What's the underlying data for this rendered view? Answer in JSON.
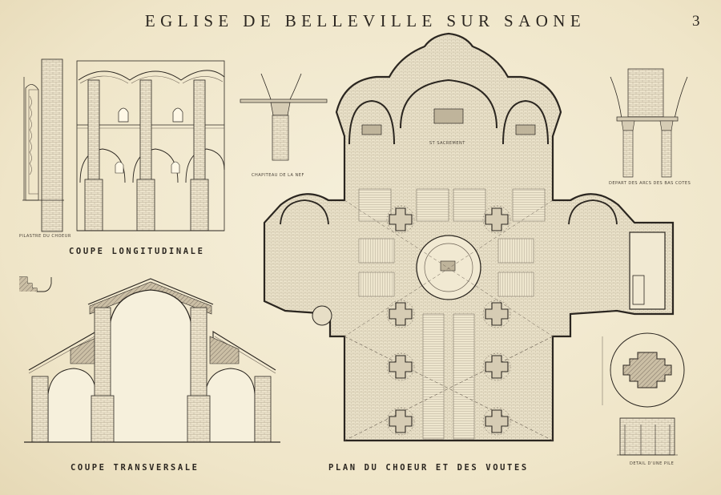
{
  "plate": {
    "title": "EGLISE DE BELLEVILLE SUR SAONE",
    "number": "3"
  },
  "captions": {
    "longitudinal": "COUPE LONGITUDINALE",
    "transverse": "COUPE TRANSVERSALE",
    "plan": "PLAN DU CHOEUR ET DES VOUTES"
  },
  "small_labels": {
    "pilaster": "PILASTRE DU CHOEUR",
    "capital": "CHAPITEAU DE LA NEF",
    "arch_springing": "DEPART DES ARCS DES BAS COTES",
    "pier_detail": "DETAIL D'UNE PILE",
    "sacrament": "ST SACREMENT"
  },
  "colors": {
    "paper": "#f3ecd7",
    "ink": "#2b2620",
    "wall_fill": "#d6ccb4",
    "hatch": "#6b6054"
  }
}
